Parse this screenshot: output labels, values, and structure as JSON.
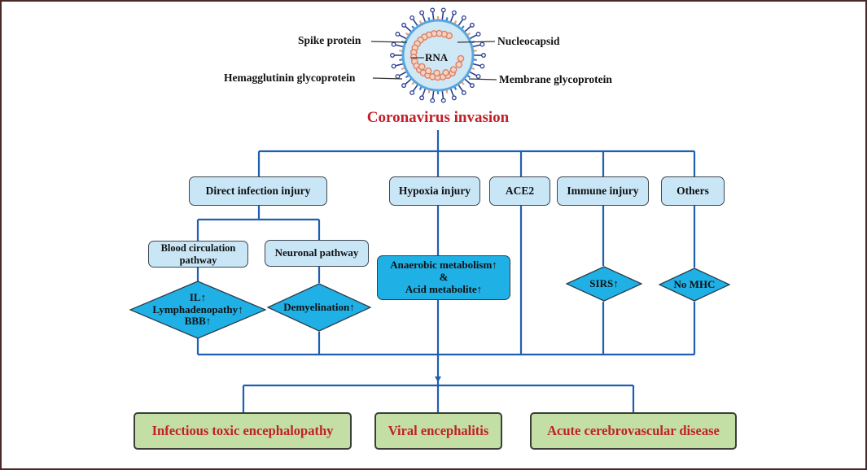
{
  "colors": {
    "frame": "#4a2a28",
    "connector": "#1f5fb0",
    "title": "#c0202a",
    "light_box": "#c9e6f7",
    "dark_box": "#1fb0e6",
    "outcome_box": "#c3dfa5",
    "outcome_text": "#c0202a",
    "virus_body": "#cfe8f6",
    "virus_spike": "#2d3f8f",
    "rna_bead": "#e8a188"
  },
  "virus": {
    "labels": {
      "spike": "Spike protein",
      "hemagglutinin": "Hemagglutinin glycoprotein",
      "rna": "RNA",
      "nucleocapsid": "Nucleocapsid",
      "membrane": "Membrane glycoprotein"
    }
  },
  "title": "Coronavirus invasion",
  "mechanisms": [
    {
      "id": "direct",
      "label": "Direct infection injury"
    },
    {
      "id": "hypoxia",
      "label": "Hypoxia injury"
    },
    {
      "id": "ace2",
      "label": "ACE2"
    },
    {
      "id": "immune",
      "label": "Immune injury"
    },
    {
      "id": "others",
      "label": "Others"
    }
  ],
  "direct_pathways": [
    {
      "label": "Blood circulation pathway",
      "lines": [
        "Blood circulation",
        "pathway"
      ]
    },
    {
      "label": "Neuronal pathway"
    }
  ],
  "effects": {
    "blood": [
      "IL↑",
      "Lymphadenopathy↑",
      "BBB↑"
    ],
    "neuronal": "Demyelination↑",
    "hypoxia": [
      "Anaerobic metabolism↑",
      "&",
      "Acid metabolite↑"
    ],
    "immune": "SIRS↑",
    "others": "No MHC"
  },
  "outcomes": [
    {
      "label": "Infectious toxic encephalopathy"
    },
    {
      "label": "Viral encephalitis"
    },
    {
      "label": "Acute cerebrovascular disease"
    }
  ]
}
